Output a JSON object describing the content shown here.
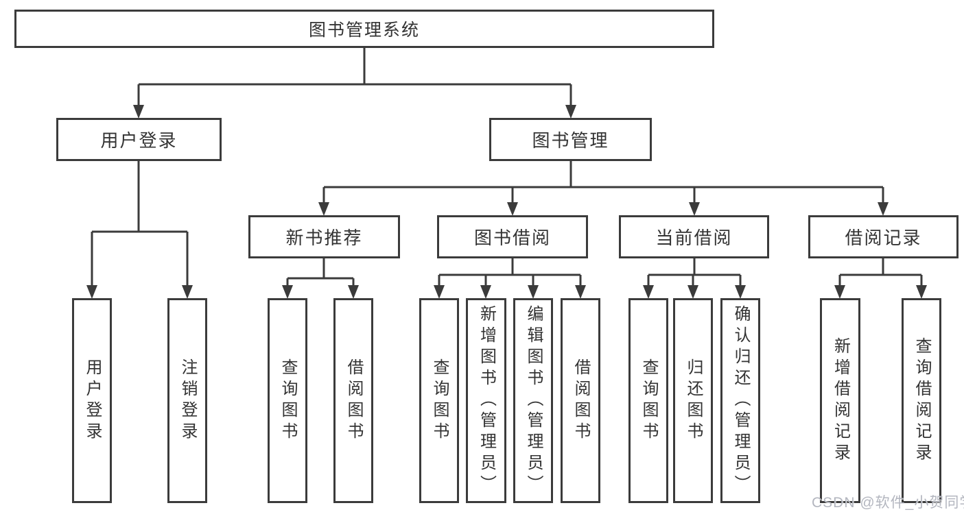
{
  "tree": {
    "label": "图书管理系统",
    "children": [
      {
        "label": "用户登录",
        "children": [
          {
            "label": "用户登录"
          },
          {
            "label": "注销登录"
          }
        ]
      },
      {
        "label": "图书管理",
        "children": [
          {
            "label": "新书推荐",
            "children": [
              {
                "label": "查询图书"
              },
              {
                "label": "借阅图书"
              }
            ]
          },
          {
            "label": "图书借阅",
            "children": [
              {
                "label": "查询图书"
              },
              {
                "label": "新增图书（管理员）"
              },
              {
                "label": "编辑图书（管理员）"
              },
              {
                "label": "借阅图书"
              }
            ]
          },
          {
            "label": "当前借阅",
            "children": [
              {
                "label": "查询图书"
              },
              {
                "label": "归还图书"
              },
              {
                "label": "确认归还（管理员）"
              }
            ]
          },
          {
            "label": "借阅记录",
            "children": [
              {
                "label": "新增借阅记录"
              },
              {
                "label": "查询借阅记录"
              }
            ]
          }
        ]
      }
    ]
  },
  "watermark": {
    "text": "CSDN @软件_小贺同学"
  },
  "colors": {
    "line": "#3b3b3b",
    "box_border": "#3b3b3b",
    "text": "#333333",
    "watermark": "#b3b6bf"
  }
}
